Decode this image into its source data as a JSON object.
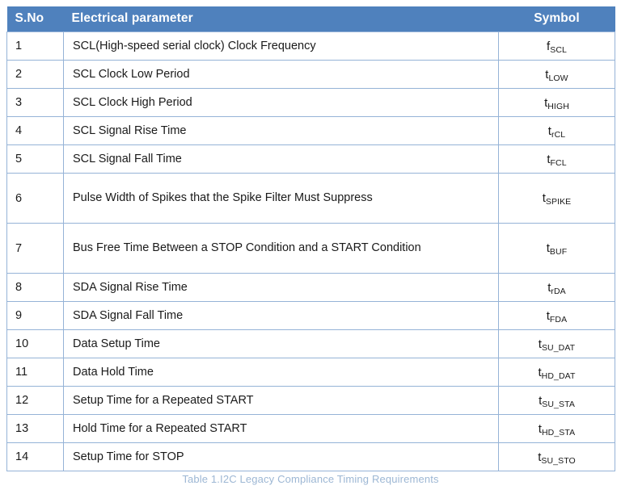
{
  "table": {
    "columns": [
      "S.No",
      "Electrical parameter",
      "Symbol"
    ],
    "header_bg": "#4F81BD",
    "header_text_color": "#FFFFFF",
    "border_color": "#95B3D7",
    "rows": [
      {
        "sno": "1",
        "parameter": "SCL(High-speed serial clock) Clock Frequency",
        "symbol_base": "f",
        "symbol_sub": "SCL"
      },
      {
        "sno": "2",
        "parameter": "SCL Clock Low Period",
        "symbol_base": "t",
        "symbol_sub": "LOW"
      },
      {
        "sno": "3",
        "parameter": "SCL Clock High Period",
        "symbol_base": "t",
        "symbol_sub": "HIGH"
      },
      {
        "sno": "4",
        "parameter": "SCL Signal Rise Time",
        "symbol_base": "t",
        "symbol_sub": "rCL"
      },
      {
        "sno": "5",
        "parameter": "SCL Signal Fall Time",
        "symbol_base": "t",
        "symbol_sub": "FCL"
      },
      {
        "sno": "6",
        "parameter": "Pulse Width of Spikes that the Spike Filter Must Suppress",
        "symbol_base": "t",
        "symbol_sub": "SPIKE"
      },
      {
        "sno": "7",
        "parameter": "Bus Free Time Between a STOP Condition and a START Condition",
        "symbol_base": "t",
        "symbol_sub": "BUF"
      },
      {
        "sno": "8",
        "parameter": "SDA Signal Rise Time",
        "symbol_base": "t",
        "symbol_sub": "rDA"
      },
      {
        "sno": "9",
        "parameter": "SDA Signal Fall Time",
        "symbol_base": "t",
        "symbol_sub": "FDA"
      },
      {
        "sno": "10",
        "parameter": "Data Setup Time",
        "symbol_base": "t",
        "symbol_sub": "SU_DAT"
      },
      {
        "sno": "11",
        "parameter": "Data Hold Time",
        "symbol_base": "t",
        "symbol_sub": "HD_DAT"
      },
      {
        "sno": "12",
        "parameter": "Setup Time for a Repeated START",
        "symbol_base": "t",
        "symbol_sub": "SU_STA"
      },
      {
        "sno": "13",
        "parameter": "Hold Time for a Repeated START",
        "symbol_base": "t",
        "symbol_sub": "HD_STA"
      },
      {
        "sno": "14",
        "parameter": "Setup Time for STOP",
        "symbol_base": "t",
        "symbol_sub": "SU_STO"
      }
    ]
  },
  "caption": {
    "text": "Table 1.I2C Legacy Compliance Timing Requirements",
    "color": "#9DB7D4"
  }
}
